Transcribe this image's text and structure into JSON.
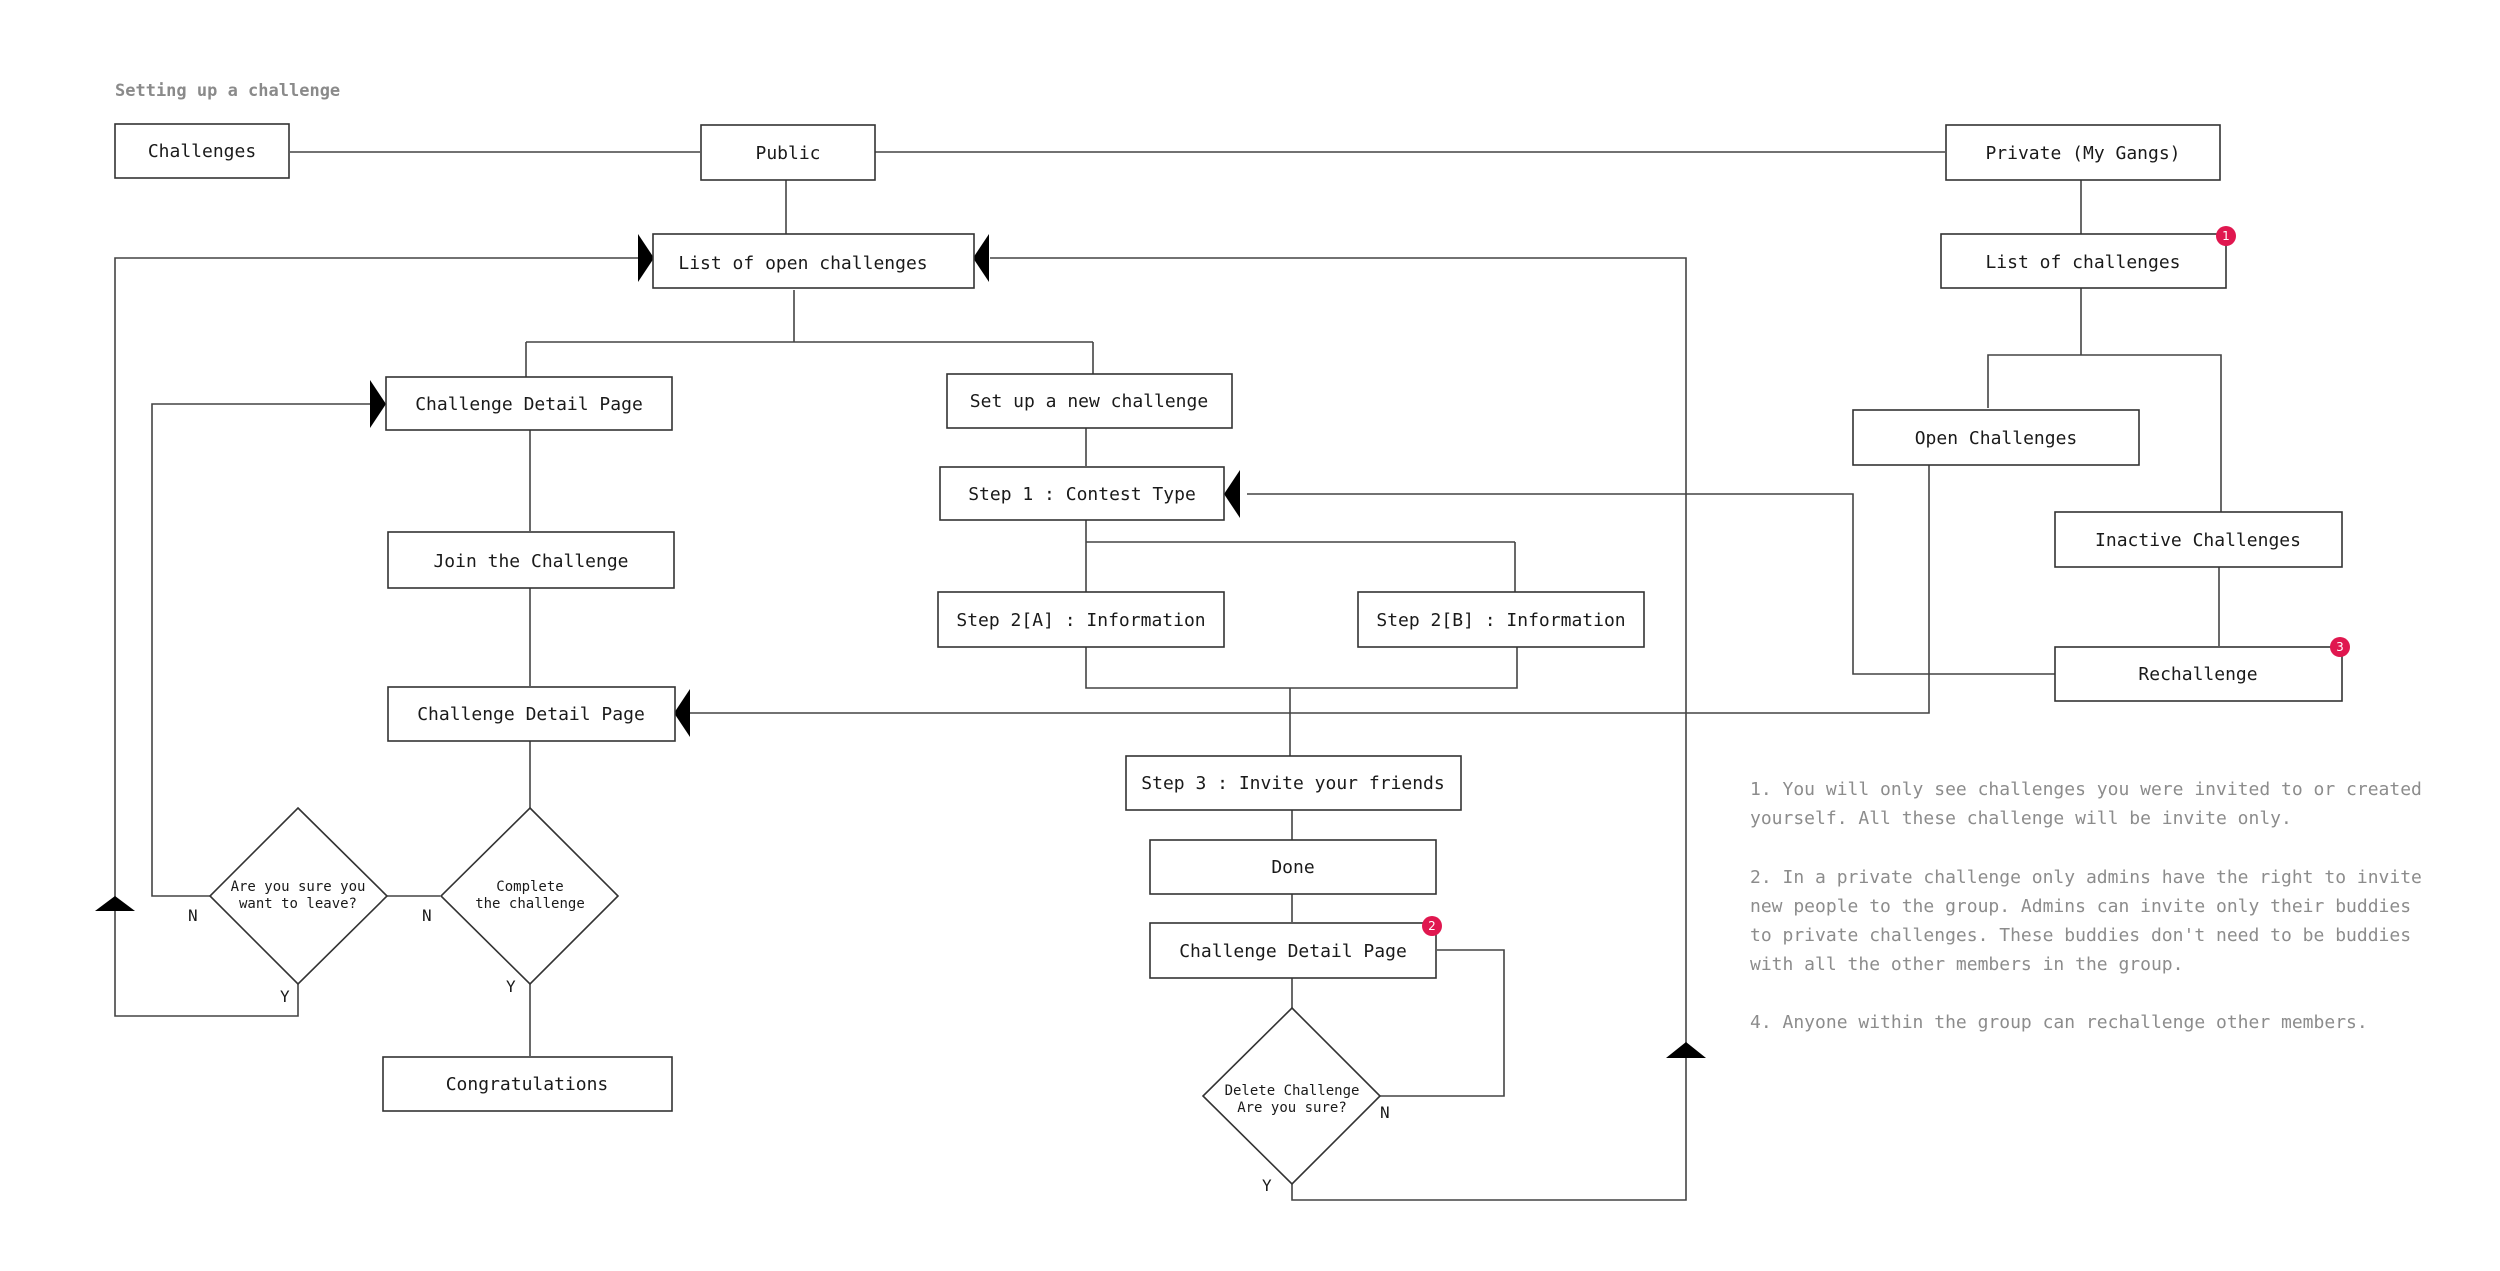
{
  "title": "Setting up a challenge",
  "nodes": {
    "challenges": "Challenges",
    "public": "Public",
    "private": "Private (My Gangs)",
    "open_list": "List of open challenges",
    "detail_1": "Challenge Detail Page",
    "setup": "Set up a new challenge",
    "step1": "Step 1 : Contest Type",
    "join": "Join the Challenge",
    "step2a": "Step 2[A] : Information",
    "step2b": "Step 2[B] : Information",
    "detail_2": "Challenge Detail Page",
    "step3": "Step 3 : Invite your friends",
    "done": "Done",
    "detail_3": "Challenge Detail Page",
    "congrats": "Congratulations",
    "list_of_challenges": "List of challenges",
    "open_challenges": "Open Challenges",
    "inactive_challenges": "Inactive Challenges",
    "rechallenge": "Rechallenge"
  },
  "decisions": {
    "leave": [
      "Are you sure you",
      "want to leave?"
    ],
    "complete": [
      "Complete",
      "the challenge"
    ],
    "delete": [
      "Delete Challenge",
      "Are you sure?"
    ]
  },
  "yes_label": "Y",
  "no_label": "N",
  "badges": {
    "b1": "1",
    "b2": "2",
    "b3": "3"
  },
  "notes": {
    "n1": [
      "1. You will only see challenges you were invited to or created",
      "yourself. All these challenge will be invite only."
    ],
    "n2": [
      "2. In a private challenge only admins have the right to invite",
      "new people to the group. Admins can invite only their buddies",
      "to private challenges. These buddies don't need to be buddies",
      "with all the other members in the group."
    ],
    "n3": [
      "4. Anyone within the group can rechallenge other members."
    ]
  },
  "colors": {
    "badge": "#e0174f",
    "note_text": "#8c8c8c",
    "title_text": "#8a8a8a",
    "lines": "#444444"
  }
}
